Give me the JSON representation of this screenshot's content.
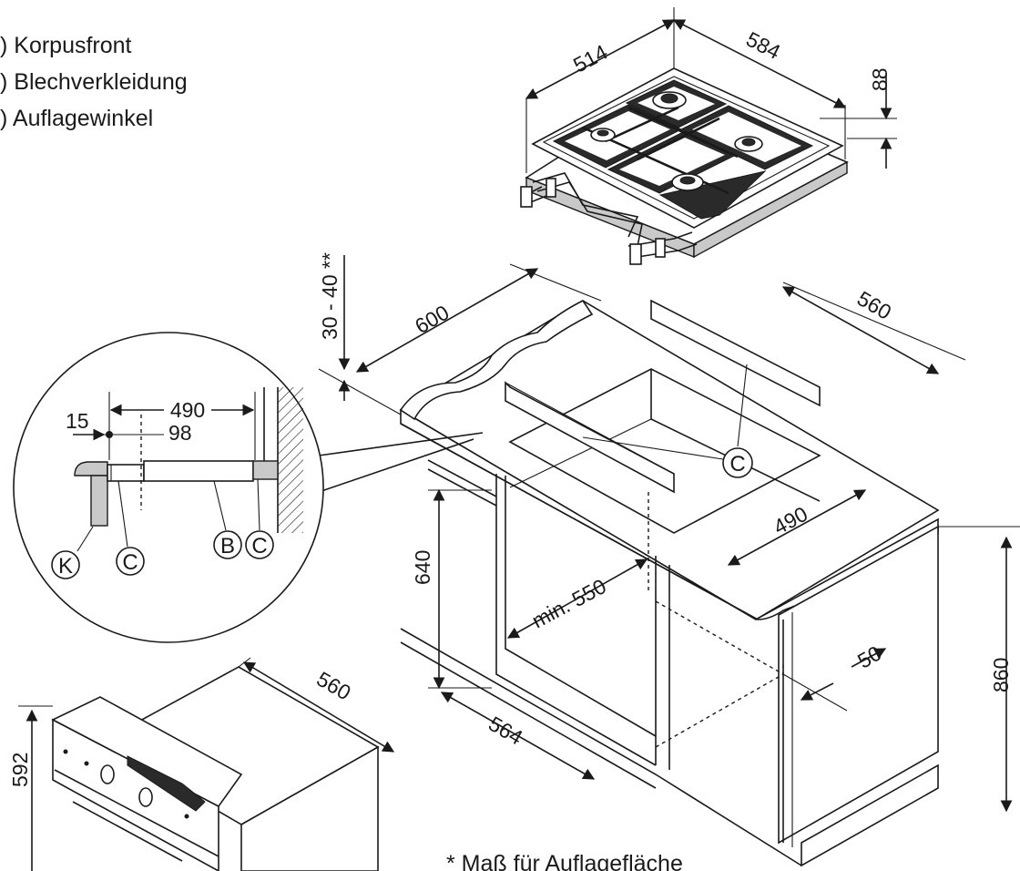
{
  "legend": {
    "k": ") Korpusfront",
    "b": ") Blechverkleidung",
    "c": ") Auflagewinkel"
  },
  "hob": {
    "depth": "514",
    "width": "584",
    "height": "88"
  },
  "cabinet": {
    "counter_depth": "600",
    "counter_thickness": "30 - 40 **",
    "cutout_width": "560",
    "cutout_depth": "490",
    "bracket_label": "C",
    "niche_height": "640",
    "niche_min_width": "min. 550",
    "niche_depth": "564",
    "rear_gap": "50",
    "total_height": "860"
  },
  "detail": {
    "span": "490",
    "edge": "15",
    "offset": "98",
    "labels": [
      "K",
      "C",
      "B",
      "C"
    ]
  },
  "oven": {
    "depth": "560",
    "height": "592"
  },
  "footnote": "* Maß für Auflagefläche"
}
